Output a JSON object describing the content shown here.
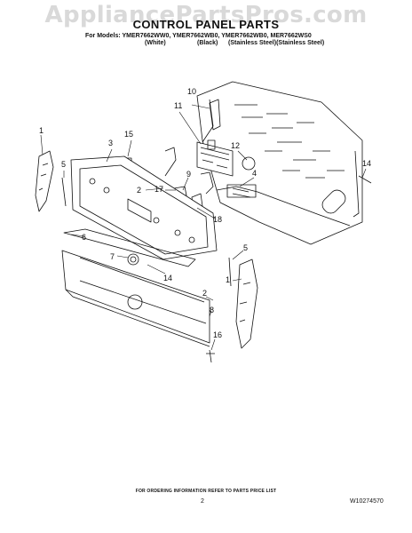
{
  "watermark": "AppliancePartsPros.com",
  "title": "CONTROL PANEL PARTS",
  "models_line": "For Models: YMER7662WW0, YMER7662WB0, YMER7662WB0, MER7662WS0",
  "variants": [
    "(White)",
    "(Black)",
    "(Stainless Steel)(Stainless Steel)"
  ],
  "callouts": [
    "10",
    "11",
    "12",
    "1",
    "3",
    "15",
    "5",
    "4",
    "14",
    "9",
    "17",
    "2",
    "18",
    "6",
    "7",
    "14",
    "5",
    "1",
    "2",
    "8",
    "16"
  ],
  "footer_text": "FOR ORDERING INFORMATION REFER TO PARTS PRICE LIST",
  "page_number": "2",
  "document_number": "W10274570"
}
